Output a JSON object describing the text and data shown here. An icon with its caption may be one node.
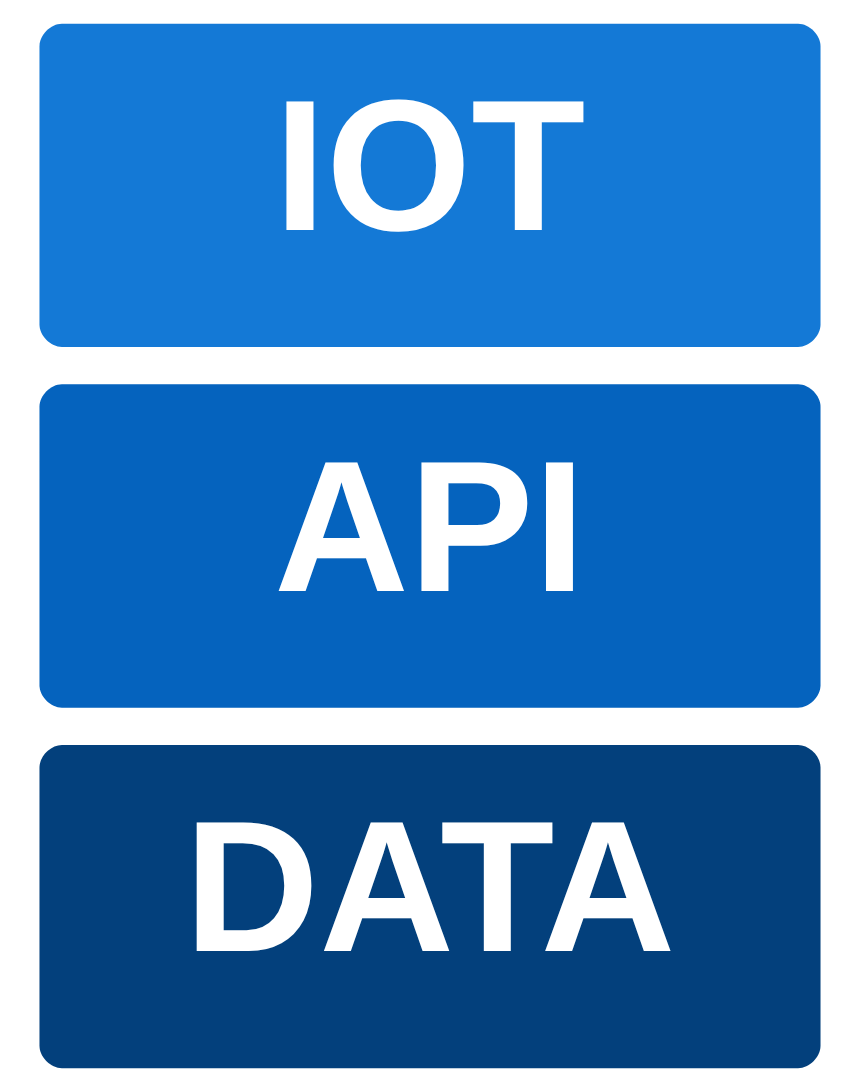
{
  "diagram": {
    "nodes": [
      {
        "text": [
          "IOT"
        ]
      },
      {
        "text": [
          "API"
        ]
      },
      {
        "text": [
          "DATA"
        ]
      }
    ]
  }
}
